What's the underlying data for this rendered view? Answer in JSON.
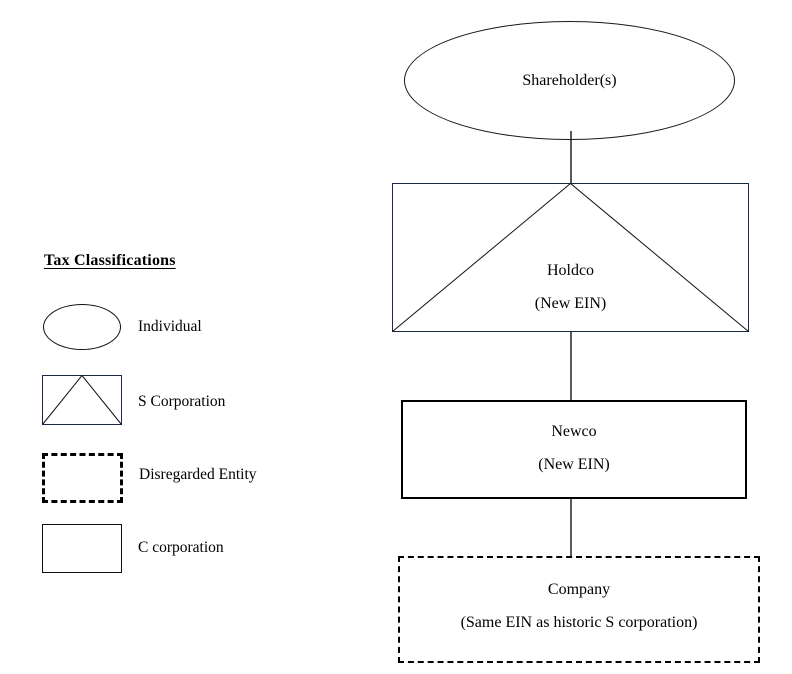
{
  "legend": {
    "title": "Tax Classifications",
    "items": [
      {
        "shape": "ellipse",
        "icon": "ellipse-icon",
        "label": "Individual"
      },
      {
        "shape": "box-triangle",
        "icon": "s-corporation-icon",
        "label": "S Corporation"
      },
      {
        "shape": "dashed-box",
        "icon": "dashed-box-icon",
        "label": "Disregarded Entity"
      },
      {
        "shape": "solid-box",
        "icon": "solid-box-icon",
        "label": "C corporation"
      }
    ]
  },
  "chart_data": {
    "type": "diagram",
    "title": "",
    "nodes": [
      {
        "id": "shareholders",
        "label": "Shareholder(s)",
        "sublabel": "",
        "classification": "Individual",
        "shape": "ellipse"
      },
      {
        "id": "holdco",
        "label": "Holdco",
        "sublabel": "(New EIN)",
        "classification": "S Corporation",
        "shape": "box-triangle"
      },
      {
        "id": "newco",
        "label": "Newco",
        "sublabel": "(New EIN)",
        "classification": "C corporation",
        "shape": "solid-box"
      },
      {
        "id": "company",
        "label": "Company",
        "sublabel": "(Same EIN as historic S corporation)",
        "classification": "Disregarded Entity",
        "shape": "dashed-box"
      }
    ],
    "edges": [
      {
        "from": "shareholders",
        "to": "holdco"
      },
      {
        "from": "holdco",
        "to": "newco"
      },
      {
        "from": "newco",
        "to": "company"
      }
    ]
  },
  "colors": {
    "background": "#ffffff",
    "stroke": "#000000",
    "connector": "#5a5a5a"
  }
}
